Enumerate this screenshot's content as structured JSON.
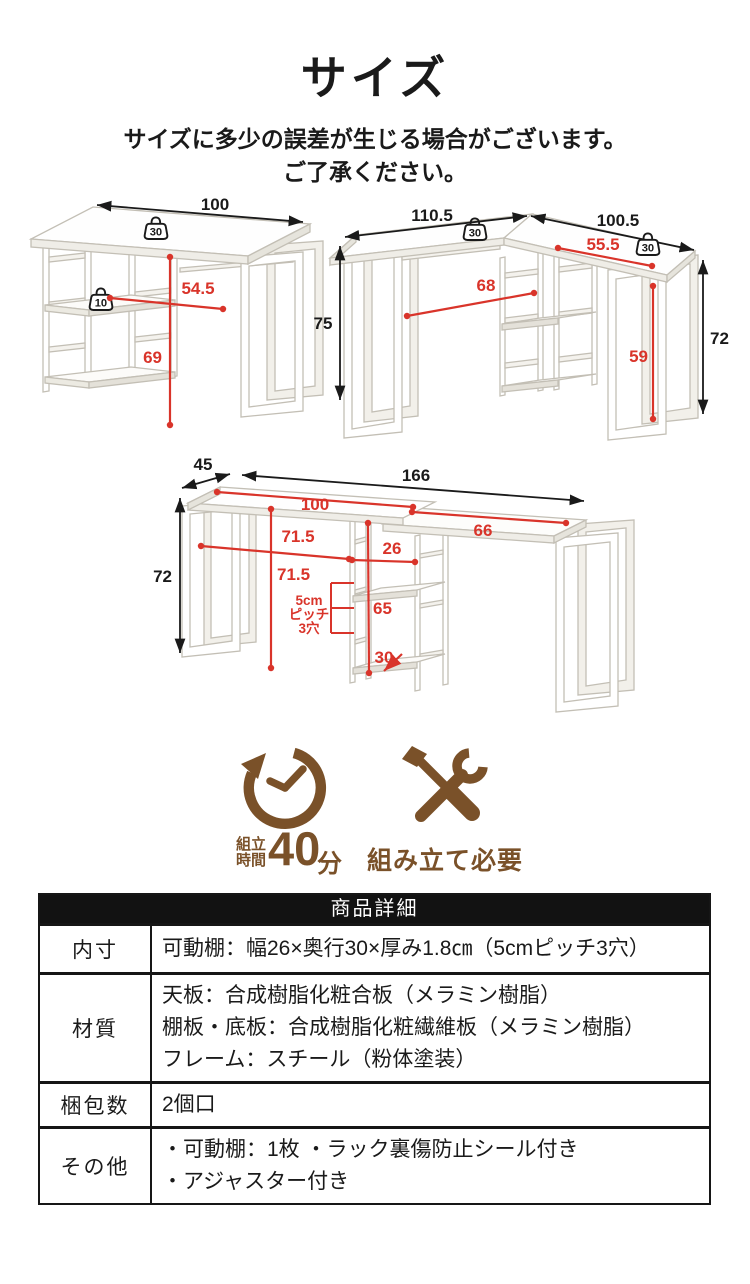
{
  "colors": {
    "red": "#d9342a",
    "brown": "#7a5129",
    "header_bg": "#121212",
    "text": "#1a1a1a"
  },
  "header": {
    "title": "サイズ",
    "note_line1": "サイズに多少の誤差が生じる場合がございます。",
    "note_line2": "ご了承ください。"
  },
  "diagram_single": {
    "top_width": "100",
    "load_top": "30",
    "load_shelf": "10",
    "inner_width": "54.5",
    "inner_height": "69"
  },
  "diagram_l_shape": {
    "left_width": "110.5",
    "right_width": "100.5",
    "load_left": "30",
    "load_right": "30",
    "corner_width": "55.5",
    "inner_width": "68",
    "inner_height": "59",
    "height_left": "75",
    "height_right": "72"
  },
  "diagram_extended": {
    "depth": "45",
    "total_width": "166",
    "main_width": "100",
    "extension_width": "66",
    "inner_width": "71.5",
    "inner_height": "71.5",
    "height": "72",
    "shelf_inner_width": "26",
    "shelf_inner_height": "65",
    "shelf_depth": "30",
    "pitch_line1": "5cm",
    "pitch_line2": "ピッチ",
    "pitch_line3": "3穴"
  },
  "assembly": {
    "time_label_top": "組立",
    "time_label_bottom": "時間",
    "time_value": "40",
    "time_unit": "分",
    "required_label": "組み立て必要"
  },
  "icons": {
    "time": "rotating-clock-icon",
    "required": "screwdriver-wrench-icon",
    "load": "weight-icon"
  },
  "spec_table": {
    "header": "商品詳細",
    "rows": [
      {
        "label": "内寸",
        "line1": "可動棚：幅26×奥行30×厚み1.8㎝（5cmピッチ3穴）"
      },
      {
        "label": "材質",
        "line1": "天板：合成樹脂化粧合板（メラミン樹脂）",
        "line2": "棚板・底板：合成樹脂化粧繊維板（メラミン樹脂）",
        "line3": "フレーム：スチール（粉体塗装）"
      },
      {
        "label": "梱包数",
        "line1": "2個口"
      },
      {
        "label": "その他",
        "line1": "・可動棚：1枚 ・ラック裏傷防止シール付き",
        "line2": "・アジャスター付き"
      }
    ]
  }
}
